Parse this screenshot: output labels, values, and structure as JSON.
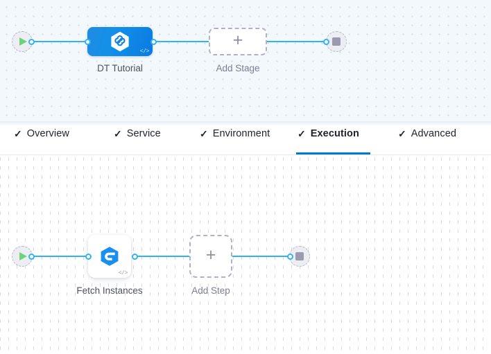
{
  "colors": {
    "accent": "#0278d5",
    "connector": "#31b2f4",
    "stage_blue": "#1290ea",
    "play_green": "#6cd37a",
    "stop_gray": "#9b9bb0",
    "dashed_border": "#b0b1c6",
    "stage_canvas_bg": "#f2f8fb",
    "step_canvas_bg": "#ffffff"
  },
  "stage_canvas": {
    "name": "pipeline-stage-canvas",
    "start_node": {
      "icon": "play-icon",
      "label": ""
    },
    "end_node": {
      "icon": "stop-icon",
      "label": ""
    },
    "stages": [
      {
        "label": "DT Tutorial",
        "icon": "harness-hexagon-icon",
        "code_glyph": "</>",
        "selected": true
      }
    ],
    "add_stage": {
      "label": "Add Stage",
      "icon": "plus-icon"
    }
  },
  "tabs": {
    "name": "stage-config-tabs",
    "check_glyph": "✓",
    "items": [
      {
        "label": "Overview",
        "checked": true,
        "active": false
      },
      {
        "label": "Service",
        "checked": true,
        "active": false
      },
      {
        "label": "Environment",
        "checked": true,
        "active": false
      },
      {
        "label": "Execution",
        "checked": true,
        "active": true
      },
      {
        "label": "Advanced",
        "checked": true,
        "active": false
      }
    ]
  },
  "step_canvas": {
    "name": "execution-step-canvas",
    "start_node": {
      "icon": "play-icon",
      "label": ""
    },
    "end_node": {
      "icon": "stop-icon",
      "label": ""
    },
    "steps": [
      {
        "label": "Fetch Instances",
        "icon": "harness-e-hexagon-icon",
        "code_glyph": "</>"
      }
    ],
    "add_step": {
      "label": "Add Step",
      "icon": "plus-icon"
    }
  }
}
